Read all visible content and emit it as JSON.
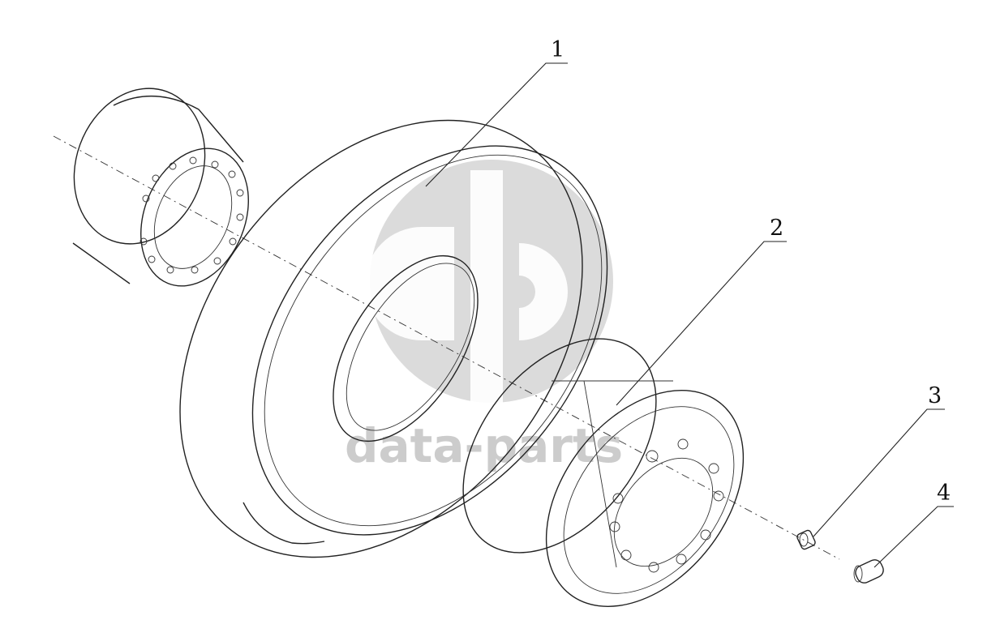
{
  "drawing": {
    "callouts": [
      {
        "number": "1",
        "part": "tire"
      },
      {
        "number": "2",
        "part": "wheel-rim"
      },
      {
        "number": "3",
        "part": "small-nut"
      },
      {
        "number": "4",
        "part": "wheel-nut"
      }
    ],
    "watermark": {
      "text": "data-parts"
    }
  }
}
